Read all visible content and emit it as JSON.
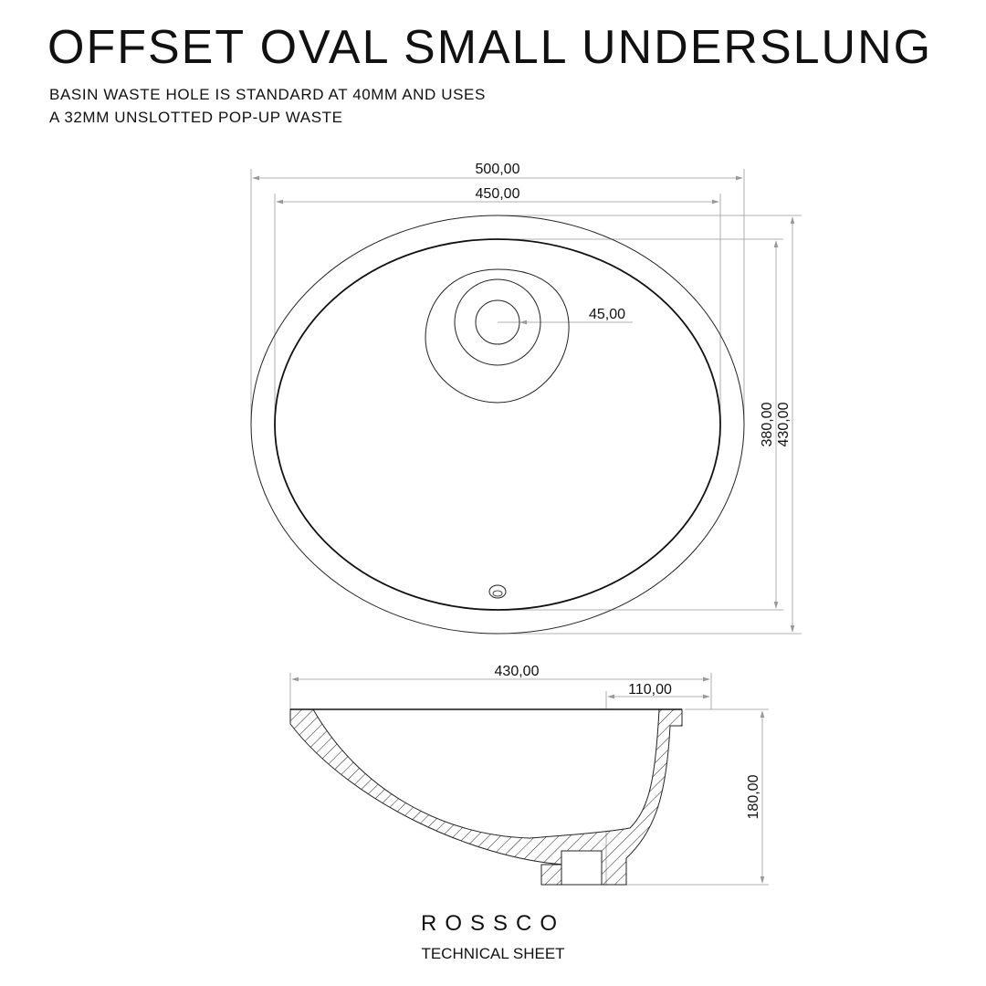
{
  "header": {
    "title": "OFFSET OVAL SMALL UNDERSLUNG",
    "subtitle_line1": "BASIN WASTE HOLE IS STANDARD AT 40MM AND USES",
    "subtitle_line2": "A 32MM UNSLOTTED POP-UP WASTE"
  },
  "top_view": {
    "dim_outer_width": "500,00",
    "dim_inner_width": "450,00",
    "dim_outer_depth": "430,00",
    "dim_inner_depth": "380,00",
    "dim_waste": "45,00"
  },
  "section_view": {
    "dim_width": "430,00",
    "dim_offset": "110,00",
    "dim_height": "180,00"
  },
  "footer": {
    "brand": "ROSSCO",
    "label": "TECHNICAL SHEET"
  }
}
